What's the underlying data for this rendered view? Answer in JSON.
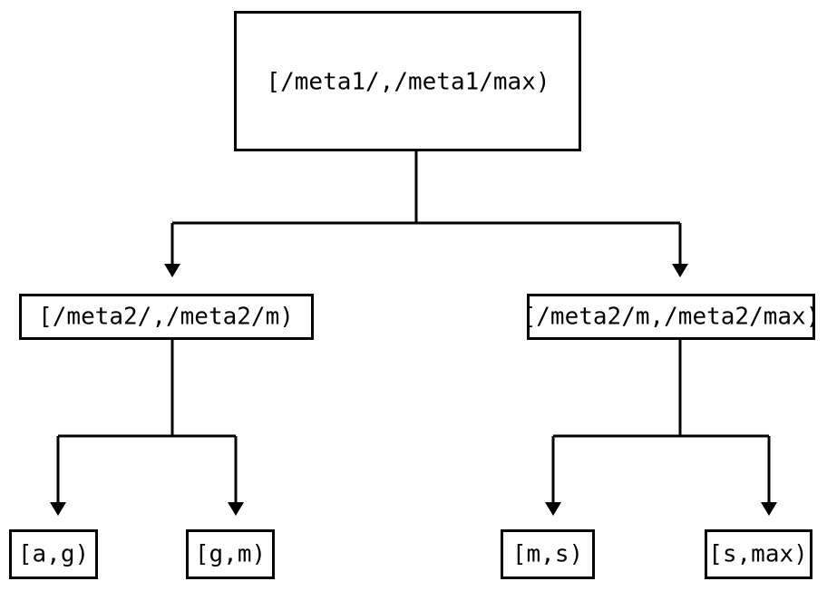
{
  "diagram": {
    "type": "tree",
    "title": "",
    "background_color": "#ffffff",
    "line_color": "#000000",
    "text_color": "#000000",
    "nodes": {
      "root": {
        "label": "[/meta1/,/meta1/max)"
      },
      "mid_left": {
        "label": "[/meta2/,/meta2/m)"
      },
      "mid_right": {
        "label": "[/meta2/m,/meta2/max)"
      },
      "leaf_1": {
        "label": "[a,g)"
      },
      "leaf_2": {
        "label": "[g,m)"
      },
      "leaf_3": {
        "label": "[m,s)"
      },
      "leaf_4": {
        "label": "[s,max)"
      }
    },
    "edges": [
      {
        "from": "root",
        "to": "mid_left"
      },
      {
        "from": "root",
        "to": "mid_right"
      },
      {
        "from": "mid_left",
        "to": "leaf_1"
      },
      {
        "from": "mid_left",
        "to": "leaf_2"
      },
      {
        "from": "mid_right",
        "to": "leaf_3"
      },
      {
        "from": "mid_right",
        "to": "leaf_4"
      }
    ]
  }
}
